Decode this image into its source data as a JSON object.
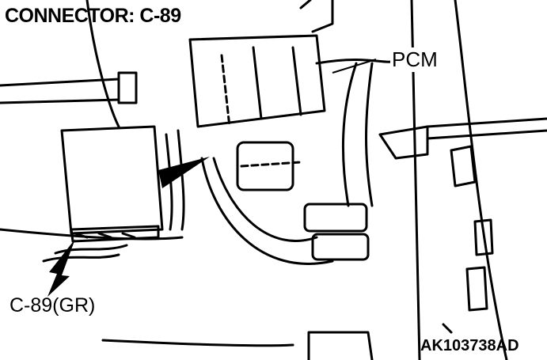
{
  "title": "CONNECTOR: C-89",
  "labels": {
    "pcm": "PCM",
    "connector": "C-89(GR)"
  },
  "figure_code": "AK103738AD"
}
